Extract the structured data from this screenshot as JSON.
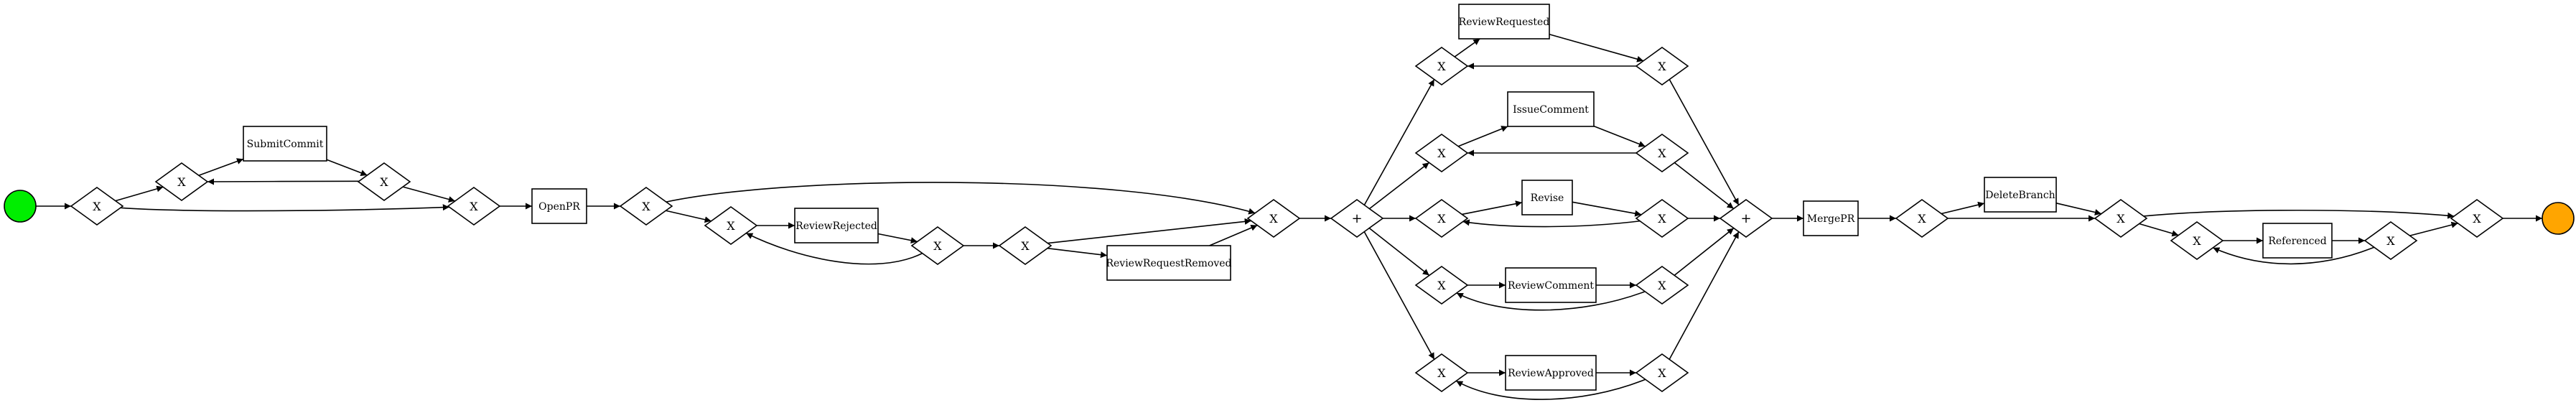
{
  "colors": {
    "start_event": "#00ee00",
    "end_event": "#ffa500",
    "line": "#000000",
    "fill": "#ffffff"
  },
  "nodes": [
    {
      "id": "start",
      "kind": "start-event",
      "label": ""
    },
    {
      "id": "g1",
      "kind": "xor-gateway",
      "label": "X"
    },
    {
      "id": "g2",
      "kind": "xor-gateway",
      "label": "X"
    },
    {
      "id": "t_submit",
      "kind": "task",
      "label": "SubmitCommit"
    },
    {
      "id": "g3",
      "kind": "xor-gateway",
      "label": "X"
    },
    {
      "id": "g4",
      "kind": "xor-gateway",
      "label": "X"
    },
    {
      "id": "t_open",
      "kind": "task",
      "label": "OpenPR"
    },
    {
      "id": "g5",
      "kind": "xor-gateway",
      "label": "X"
    },
    {
      "id": "g6",
      "kind": "xor-gateway",
      "label": "X"
    },
    {
      "id": "t_rej",
      "kind": "task",
      "label": "ReviewRejected"
    },
    {
      "id": "g7",
      "kind": "xor-gateway",
      "label": "X"
    },
    {
      "id": "g8",
      "kind": "xor-gateway",
      "label": "X"
    },
    {
      "id": "t_rrr",
      "kind": "task",
      "label": "ReviewRequestRemoved"
    },
    {
      "id": "g9",
      "kind": "xor-gateway",
      "label": "X"
    },
    {
      "id": "p1",
      "kind": "and-gateway",
      "label": "+"
    },
    {
      "id": "gA1",
      "kind": "xor-gateway",
      "label": "X"
    },
    {
      "id": "t_req",
      "kind": "task",
      "label": "ReviewRequested"
    },
    {
      "id": "gA2",
      "kind": "xor-gateway",
      "label": "X"
    },
    {
      "id": "gB1",
      "kind": "xor-gateway",
      "label": "X"
    },
    {
      "id": "t_issue",
      "kind": "task",
      "label": "IssueComment"
    },
    {
      "id": "gB2",
      "kind": "xor-gateway",
      "label": "X"
    },
    {
      "id": "gC1",
      "kind": "xor-gateway",
      "label": "X"
    },
    {
      "id": "t_revise",
      "kind": "task",
      "label": "Revise"
    },
    {
      "id": "gC2",
      "kind": "xor-gateway",
      "label": "X"
    },
    {
      "id": "gD1",
      "kind": "xor-gateway",
      "label": "X"
    },
    {
      "id": "t_rcom",
      "kind": "task",
      "label": "ReviewComment"
    },
    {
      "id": "gD2",
      "kind": "xor-gateway",
      "label": "X"
    },
    {
      "id": "gE1",
      "kind": "xor-gateway",
      "label": "X"
    },
    {
      "id": "t_rapp",
      "kind": "task",
      "label": "ReviewApproved"
    },
    {
      "id": "gE2",
      "kind": "xor-gateway",
      "label": "X"
    },
    {
      "id": "p2",
      "kind": "and-gateway",
      "label": "+"
    },
    {
      "id": "t_merge",
      "kind": "task",
      "label": "MergePR"
    },
    {
      "id": "g10",
      "kind": "xor-gateway",
      "label": "X"
    },
    {
      "id": "t_del",
      "kind": "task",
      "label": "DeleteBranch"
    },
    {
      "id": "g11",
      "kind": "xor-gateway",
      "label": "X"
    },
    {
      "id": "g12",
      "kind": "xor-gateway",
      "label": "X"
    },
    {
      "id": "t_ref",
      "kind": "task",
      "label": "Referenced"
    },
    {
      "id": "g13",
      "kind": "xor-gateway",
      "label": "X"
    },
    {
      "id": "g14",
      "kind": "xor-gateway",
      "label": "X"
    },
    {
      "id": "end",
      "kind": "end-event",
      "label": ""
    }
  ],
  "edges": [
    [
      "start",
      "g1"
    ],
    [
      "g1",
      "g2"
    ],
    [
      "g1",
      "g4"
    ],
    [
      "g2",
      "t_submit"
    ],
    [
      "t_submit",
      "g3"
    ],
    [
      "g3",
      "g2"
    ],
    [
      "g3",
      "g4"
    ],
    [
      "g4",
      "t_open"
    ],
    [
      "t_open",
      "g5"
    ],
    [
      "g5",
      "g6"
    ],
    [
      "g5",
      "g9"
    ],
    [
      "g6",
      "t_rej"
    ],
    [
      "t_rej",
      "g7"
    ],
    [
      "g7",
      "g6"
    ],
    [
      "g7",
      "g8"
    ],
    [
      "g8",
      "t_rrr"
    ],
    [
      "g8",
      "g9"
    ],
    [
      "t_rrr",
      "g9"
    ],
    [
      "g9",
      "p1"
    ],
    [
      "p1",
      "gA1"
    ],
    [
      "p1",
      "gB1"
    ],
    [
      "p1",
      "gC1"
    ],
    [
      "p1",
      "gD1"
    ],
    [
      "p1",
      "gE1"
    ],
    [
      "gA1",
      "t_req"
    ],
    [
      "t_req",
      "gA2"
    ],
    [
      "gA2",
      "gA1"
    ],
    [
      "gA2",
      "p2"
    ],
    [
      "gB1",
      "t_issue"
    ],
    [
      "t_issue",
      "gB2"
    ],
    [
      "gB2",
      "gB1"
    ],
    [
      "gB2",
      "p2"
    ],
    [
      "gC1",
      "t_revise"
    ],
    [
      "t_revise",
      "gC2"
    ],
    [
      "gC2",
      "gC1"
    ],
    [
      "gC2",
      "p2"
    ],
    [
      "gD1",
      "t_rcom"
    ],
    [
      "t_rcom",
      "gD2"
    ],
    [
      "gD2",
      "gD1"
    ],
    [
      "gD2",
      "p2"
    ],
    [
      "gE1",
      "t_rapp"
    ],
    [
      "t_rapp",
      "gE2"
    ],
    [
      "gE2",
      "gE1"
    ],
    [
      "gE2",
      "p2"
    ],
    [
      "p2",
      "t_merge"
    ],
    [
      "t_merge",
      "g10"
    ],
    [
      "g10",
      "t_del"
    ],
    [
      "g10",
      "g11"
    ],
    [
      "t_del",
      "g11"
    ],
    [
      "g11",
      "g12"
    ],
    [
      "g11",
      "g14"
    ],
    [
      "g12",
      "t_ref"
    ],
    [
      "t_ref",
      "g13"
    ],
    [
      "g13",
      "g12"
    ],
    [
      "g13",
      "g14"
    ],
    [
      "g14",
      "end"
    ]
  ]
}
